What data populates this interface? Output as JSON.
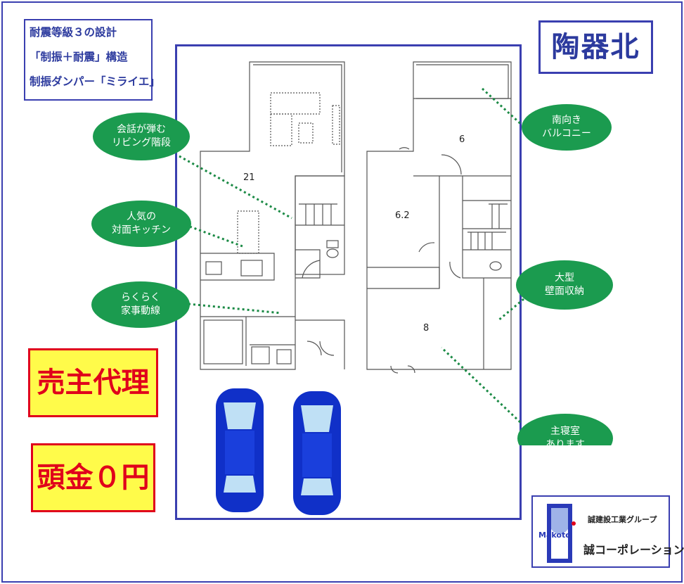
{
  "features": [
    "耐震等級３の設計",
    "「制振＋耐震」構造",
    "制振ダンパー「ミライエ」"
  ],
  "area_name": "陶器北",
  "badges": {
    "agent": "売主代理",
    "down_payment": "頭金０円"
  },
  "callouts": {
    "living": [
      "会話が弾む",
      "リビング階段"
    ],
    "kitchen": [
      "人気の",
      "対面キッチン"
    ],
    "flow": [
      "らくらく",
      "家事動線"
    ],
    "balcony": [
      "南向き",
      "バルコニー"
    ],
    "storage": [
      "大型",
      "壁面収納"
    ],
    "bedroom": [
      "主寝室",
      "あります"
    ]
  },
  "rooms": {
    "ldk": "21",
    "room_62": "6.2",
    "room_6": "6",
    "room_8": "8"
  },
  "logo": {
    "mark_text": "Makoto",
    "group": "誠建設工業グループ",
    "company": "誠コーポレーション"
  },
  "colors": {
    "frame_blue": "#3a3fb0",
    "badge_red": "#e0001b",
    "badge_yellow": "#fffb4a",
    "callout_green": "#1b9b4f",
    "car_blue": "#1030c8"
  }
}
